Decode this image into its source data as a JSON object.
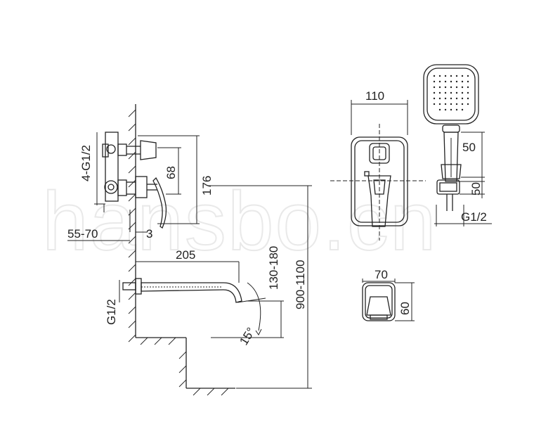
{
  "watermark": "hansbo.cn",
  "dimensions": {
    "inlets": "4-G1/2",
    "d68": "68",
    "d176": "176",
    "d55_70": "55-70",
    "d3": "3",
    "d205": "205",
    "d130_180": "130-180",
    "d900_1100": "900-1100",
    "g12_spout": "G1/2",
    "angle": "15°",
    "d110": "110",
    "d50_top": "50",
    "d50_side": "50",
    "g12_hand": "G1/2",
    "d70": "70",
    "d60": "60"
  },
  "colors": {
    "line": "#222222",
    "watermark": "#e9e9e9"
  }
}
